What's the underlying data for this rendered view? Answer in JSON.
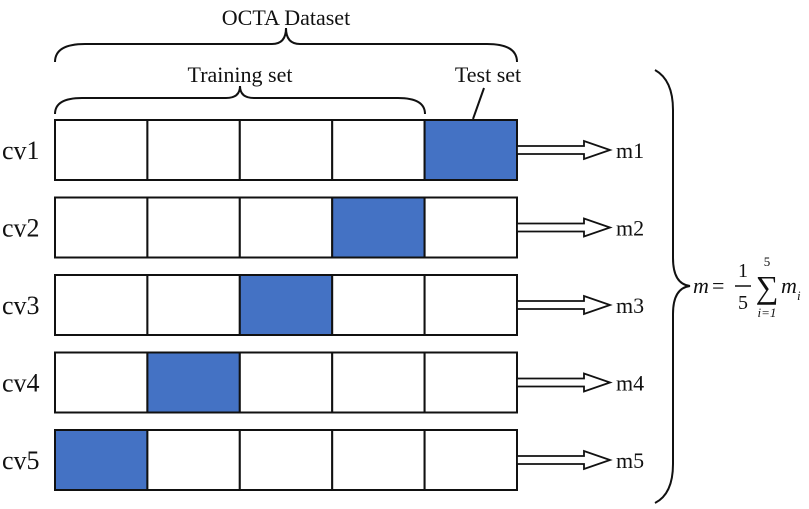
{
  "dataset_label": "OCTA Dataset",
  "training_label": "Training set",
  "test_label": "Test set",
  "folds_per_row": 5,
  "colors": {
    "test_fill": "#4472c4",
    "train_fill": "#ffffff",
    "stroke": "#111111"
  },
  "rows": [
    {
      "label": "cv1",
      "test_index": 4,
      "metric": "m1"
    },
    {
      "label": "cv2",
      "test_index": 3,
      "metric": "m2"
    },
    {
      "label": "cv3",
      "test_index": 2,
      "metric": "m3"
    },
    {
      "label": "cv4",
      "test_index": 1,
      "metric": "m4"
    },
    {
      "label": "cv5",
      "test_index": 0,
      "metric": "m5"
    }
  ],
  "formula": {
    "lhs": "m",
    "equals": "=",
    "numerator": "1",
    "denominator": "5",
    "sum_upper": "5",
    "sum_lower": "i=1",
    "sum_symbol": "∑",
    "term": "m",
    "term_subscript": "i"
  }
}
